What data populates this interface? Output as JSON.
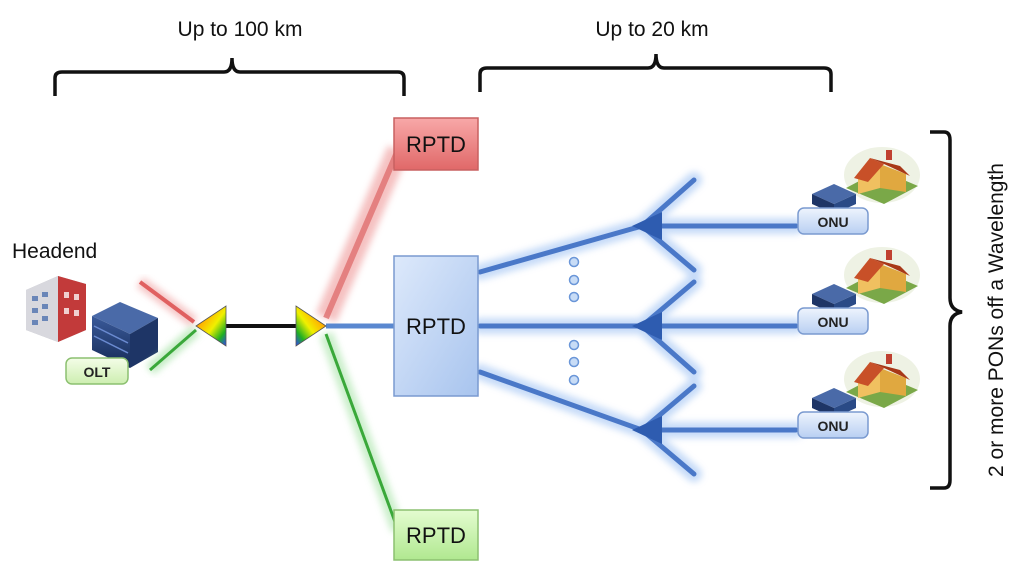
{
  "labels": {
    "span_left": "Up to 100 km",
    "span_right": "Up to 20 km",
    "headend": "Headend",
    "olt": "OLT",
    "rptd_top": "RPTD",
    "rptd_center": "RPTD",
    "rptd_bottom": "RPTD",
    "onu_top": "ONU",
    "onu_middle": "ONU",
    "onu_bottom": "ONU",
    "vertical_note": "2 or more PONs off a Wavelength"
  },
  "colors": {
    "red_fiber": "#e06060",
    "green_fiber": "#3aa83a",
    "blue_fiber": "#4a78c8",
    "rptd_red_fill": "#f08a8a",
    "rptd_green_fill": "#c4f0a8",
    "rptd_blue_fill": "#bcd4f4",
    "label_box_green": "#e2f8cc",
    "onu_box": "#d4e4fa"
  },
  "icons": {
    "headend": "office-building-icon",
    "olt": "server-rack-icon",
    "onu": "network-device-icon",
    "home": "house-icon",
    "mux": "prism-triangle-icon",
    "splitter": "arrow-splitter-icon"
  }
}
